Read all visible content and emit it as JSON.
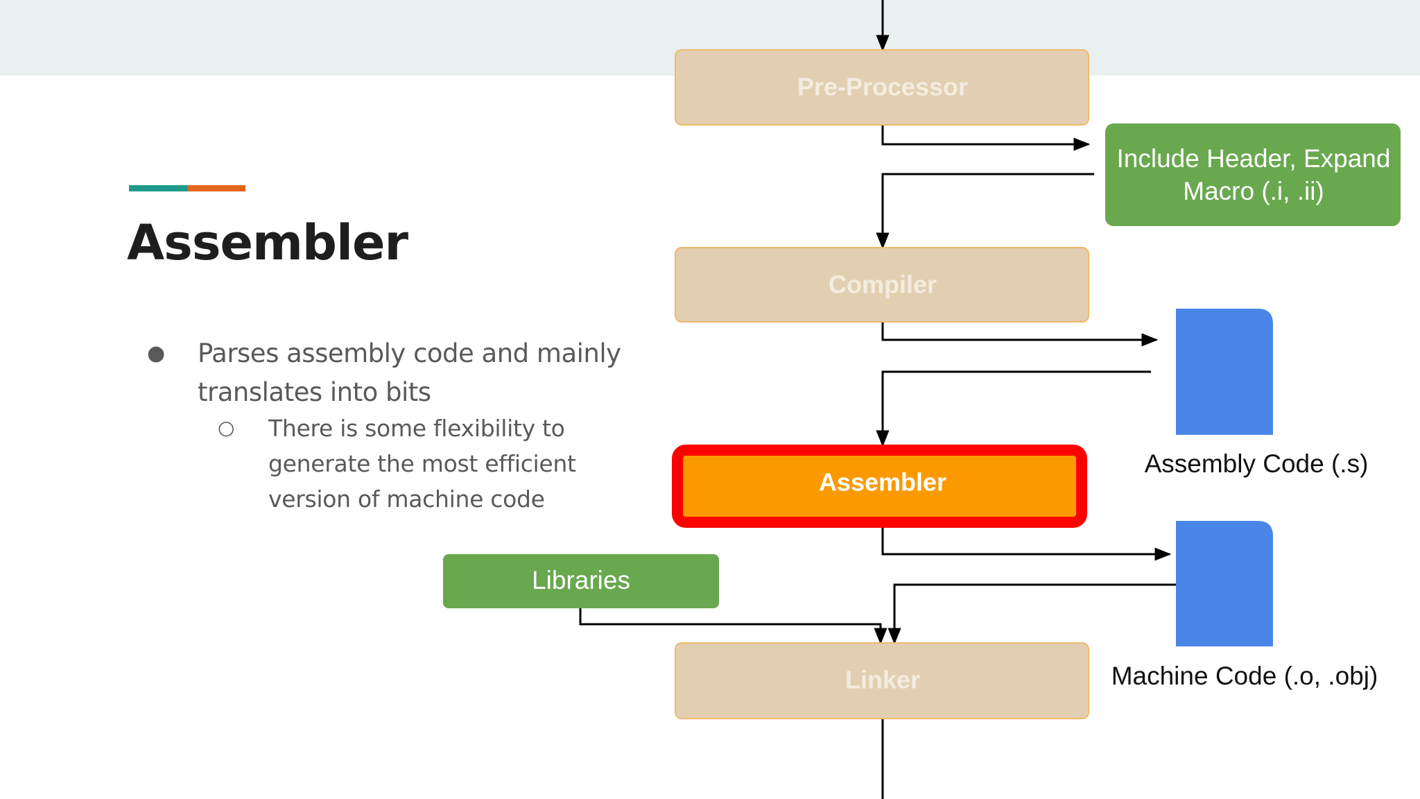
{
  "slide": {
    "title": "Assembler",
    "bullets": [
      {
        "text": "Parses assembly code and mainly\ntranslates into bits",
        "sub": [
          {
            "text": "There is some flexibility to\ngenerate the most efficient\nversion of machine code"
          }
        ]
      }
    ],
    "bullet_glyph": "●",
    "sub_bullet_glyph": "○"
  },
  "diagram": {
    "stages": [
      {
        "label": "Pre-Processor"
      },
      {
        "label": "Compiler"
      },
      {
        "label": "Assembler",
        "highlighted": true
      },
      {
        "label": "Linker"
      }
    ],
    "outputs": {
      "preprocessor_output_line1": "Include Header, Expand",
      "preprocessor_output_line2": "Macro (.i, .ii)",
      "compiler_output": "Assembly Code (.s)",
      "assembler_output": "Machine Code (.o, .obj)"
    },
    "libraries": "Libraries",
    "icons": [
      "document-icon",
      "document-icon"
    ]
  },
  "colors": {
    "accent_teal": "#1e9a8c",
    "accent_orange": "#e3651d",
    "stage_faded_fill": "#e2cfb2",
    "stage_faded_text": "#f4ecdf",
    "highlight_fill": "#fb9a00",
    "highlight_border": "#ff0000",
    "green_box": "#69a84f",
    "file_blue": "#4a86e8"
  }
}
